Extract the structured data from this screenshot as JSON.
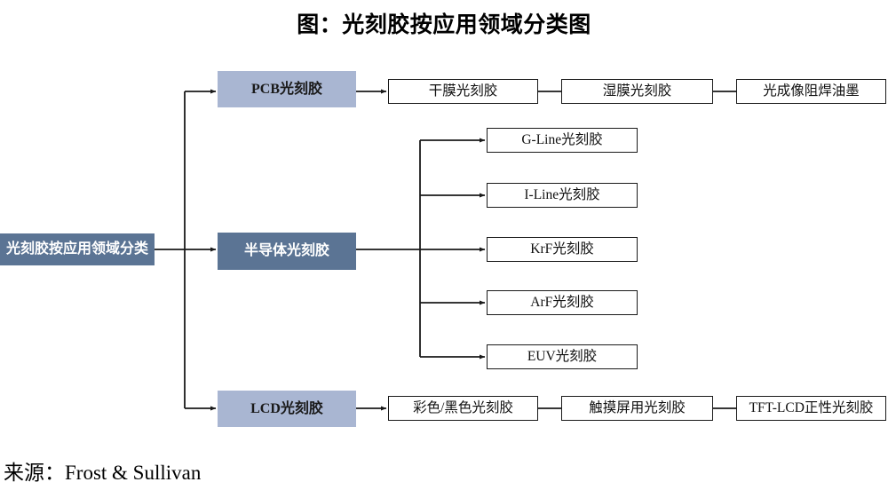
{
  "title": "图：光刻胶按应用领域分类图",
  "source": "来源：Frost & Sullivan",
  "colors": {
    "root_fill": "#5b7494",
    "dark_branch_fill": "#5b7494",
    "light_branch_fill": "#a9b6d2",
    "leaf_fill": "#ffffff",
    "leaf_border": "#1a1a1a",
    "connector": "#1a1a1a",
    "text_on_dark": "#ffffff",
    "text_on_light": "#1a1a1a"
  },
  "root": {
    "label": "光刻胶按应用领域分类"
  },
  "branches": [
    {
      "id": "pcb",
      "label": "PCB光刻胶",
      "style": "light",
      "children": [
        {
          "label": "干膜光刻胶"
        },
        {
          "label": "湿膜光刻胶"
        },
        {
          "label": "光成像阻焊油墨"
        }
      ]
    },
    {
      "id": "semiconductor",
      "label": "半导体光刻胶",
      "style": "dark",
      "children": [
        {
          "label": "G-Line光刻胶"
        },
        {
          "label": "I-Line光刻胶"
        },
        {
          "label": "KrF光刻胶"
        },
        {
          "label": "ArF光刻胶"
        },
        {
          "label": "EUV光刻胶"
        }
      ]
    },
    {
      "id": "lcd",
      "label": "LCD光刻胶",
      "style": "light",
      "children": [
        {
          "label": "彩色/黑色光刻胶"
        },
        {
          "label": "触摸屏用光刻胶"
        },
        {
          "label": "TFT-LCD正性光刻胶"
        }
      ]
    }
  ]
}
